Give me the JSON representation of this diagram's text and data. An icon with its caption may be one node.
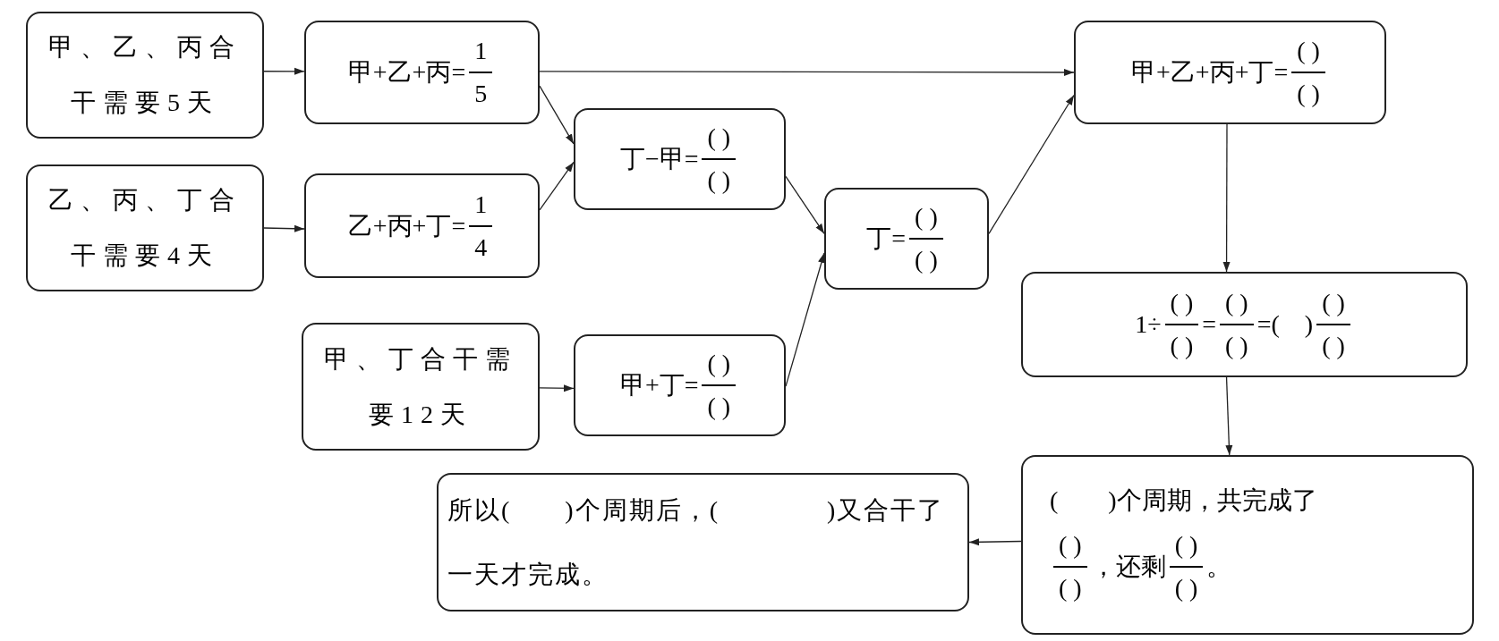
{
  "diagram": {
    "nodes": [
      {
        "text": [
          "甲、乙、丙合干需要5天"
        ]
      },
      {
        "text": [
          "乙、丙、丁合干需要4天"
        ]
      },
      {
        "text": [
          "甲、丁合干需要12天"
        ]
      },
      {
        "text": [
          "甲+乙+丙=",
          "1",
          "5"
        ]
      },
      {
        "text": [
          "乙+丙+丁=",
          "1",
          "4"
        ]
      },
      {
        "text": [
          "甲+丁=",
          "( )",
          "( )"
        ]
      },
      {
        "text": [
          "丁−甲=",
          "( )",
          "( )"
        ]
      },
      {
        "text": [
          "丁=",
          "( )",
          "( )"
        ]
      },
      {
        "text": [
          "甲+乙+丙+丁=",
          "( )",
          "( )"
        ]
      },
      {
        "text": [
          "1÷",
          "( )",
          "( )",
          "=",
          "( )",
          "( )",
          "=(　)",
          "( )",
          "( )"
        ]
      },
      {
        "text": [
          "(　　)个周期，共完成了",
          "( )",
          "( )",
          "，还剩",
          "( )",
          "( )",
          "。"
        ]
      },
      {
        "text": [
          "所以(　　)个周期后，(　　　　)又合干了一天才完成。"
        ]
      }
    ],
    "edges": [
      {
        "from": 0,
        "to": 3,
        "arrow": "to"
      },
      {
        "from": 1,
        "to": 4,
        "arrow": "to"
      },
      {
        "from": 2,
        "to": 5,
        "arrow": "to"
      },
      {
        "from": 3,
        "to": 6,
        "arrow": "to"
      },
      {
        "from": 4,
        "to": 6,
        "arrow": "to"
      },
      {
        "from": 6,
        "to": 7,
        "arrow": "to"
      },
      {
        "from": 5,
        "to": 7,
        "arrow": "to"
      },
      {
        "from": 3,
        "to": 8,
        "arrow": "to"
      },
      {
        "from": 7,
        "to": 8,
        "arrow": "to"
      },
      {
        "from": 8,
        "to": 9,
        "arrow": "to"
      },
      {
        "from": 9,
        "to": 10,
        "arrow": "to"
      },
      {
        "from": 10,
        "to": 11,
        "arrow": "to"
      }
    ]
  }
}
